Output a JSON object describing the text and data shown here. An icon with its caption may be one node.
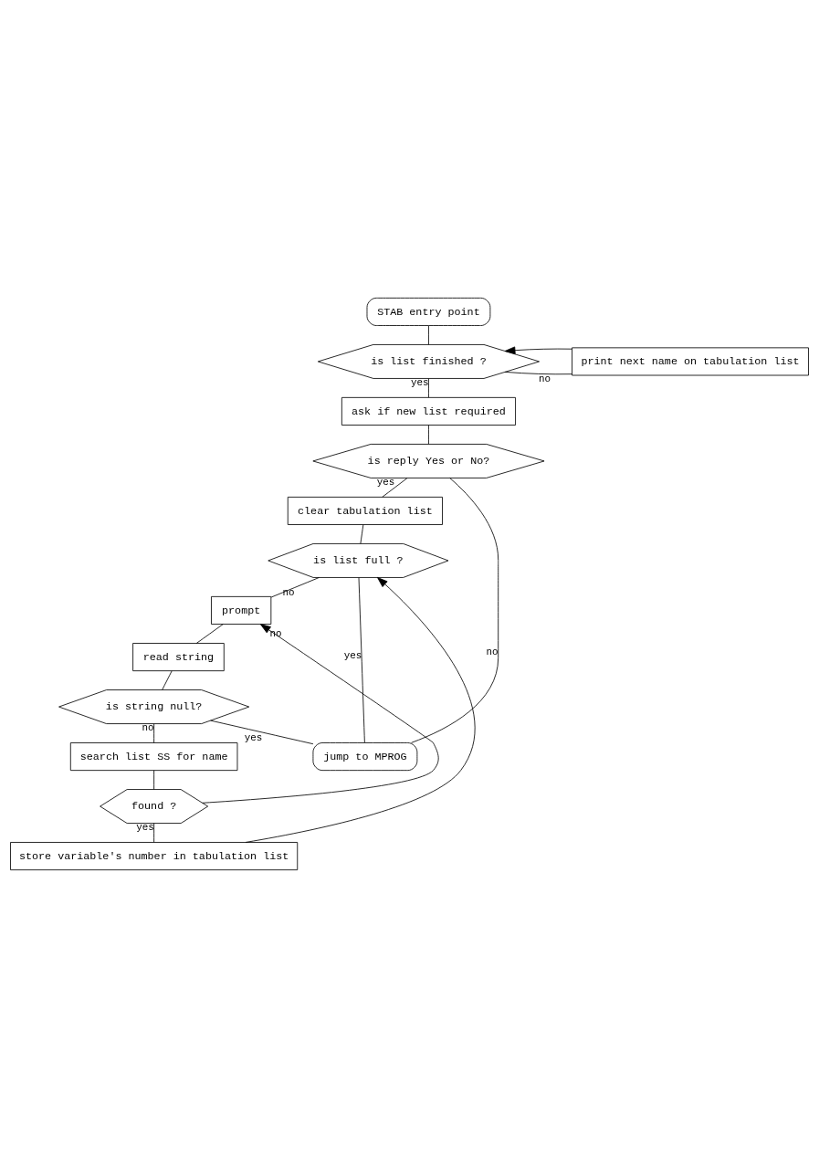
{
  "diagram": {
    "nodes": [
      {
        "text": [
          "STAB entry point"
        ]
      },
      {
        "text": [
          "is list finished ?"
        ]
      },
      {
        "text": [
          "print next name on tabulation list"
        ]
      },
      {
        "text": [
          "ask if new list required"
        ]
      },
      {
        "text": [
          "is reply Yes or No?"
        ]
      },
      {
        "text": [
          "clear tabulation list"
        ]
      },
      {
        "text": [
          "is list full ?"
        ]
      },
      {
        "text": [
          "prompt"
        ]
      },
      {
        "text": [
          "read string"
        ]
      },
      {
        "text": [
          "is string null?"
        ]
      },
      {
        "text": [
          "search list SS for name"
        ]
      },
      {
        "text": [
          "found ?"
        ]
      },
      {
        "text": [
          "store variable's number in tabulation list"
        ]
      },
      {
        "text": [
          "jump to MPROG"
        ]
      }
    ],
    "edges": [
      {
        "from": 0,
        "to": 1,
        "arrow": "none"
      },
      {
        "from": 1,
        "to": 2,
        "label": "no",
        "arrow": "none"
      },
      {
        "from": 2,
        "to": 1,
        "arrow": "to"
      },
      {
        "from": 1,
        "to": 3,
        "label": "yes",
        "arrow": "none"
      },
      {
        "from": 3,
        "to": 4,
        "arrow": "none"
      },
      {
        "from": 4,
        "to": 13,
        "label": "no",
        "arrow": "none"
      },
      {
        "from": 4,
        "to": 5,
        "label": "yes",
        "arrow": "none"
      },
      {
        "from": 5,
        "to": 6,
        "arrow": "none"
      },
      {
        "from": 6,
        "to": 13,
        "label": "yes",
        "arrow": "none"
      },
      {
        "from": 6,
        "to": 7,
        "label": "no",
        "arrow": "none"
      },
      {
        "from": 7,
        "to": 8,
        "arrow": "none"
      },
      {
        "from": 8,
        "to": 9,
        "arrow": "none"
      },
      {
        "from": 9,
        "to": 13,
        "label": "yes",
        "arrow": "none"
      },
      {
        "from": 9,
        "to": 10,
        "label": "no",
        "arrow": "none"
      },
      {
        "from": 10,
        "to": 11,
        "arrow": "none"
      },
      {
        "from": 11,
        "to": 7,
        "label": "no",
        "arrow": "to"
      },
      {
        "from": 11,
        "to": 12,
        "label": "yes",
        "arrow": "none"
      },
      {
        "from": 12,
        "to": 6,
        "arrow": "to"
      }
    ]
  }
}
